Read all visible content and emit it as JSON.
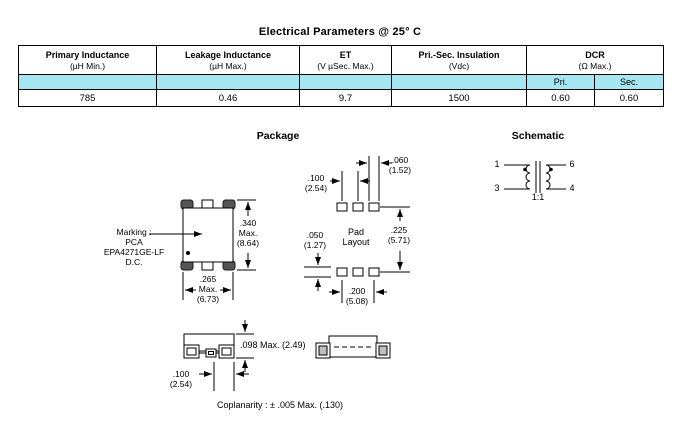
{
  "title": "Electrical Parameters @ 25° C",
  "table": {
    "highlight_color": "#a6e6f2",
    "columns": [
      {
        "name": "Primary Inductance",
        "unit": "(µH Min.)"
      },
      {
        "name": "Leakage Inductance",
        "unit": "(µH Max.)"
      },
      {
        "name": "ET",
        "unit": "(V µSec. Max.)"
      },
      {
        "name": "Pri.-Sec. Insulation",
        "unit": "(Vdc)"
      },
      {
        "name": "DCR",
        "unit": "(Ω Max.)"
      }
    ],
    "dcr_sub": [
      "Pri.",
      "Sec."
    ],
    "values": [
      "785",
      "0.46",
      "9.7",
      "1500",
      "0.60",
      "0.60"
    ]
  },
  "package": {
    "title": "Package",
    "marking_label": "Marking :",
    "marking_lines": [
      "PCA",
      "EPA4271GE-LF",
      "D.C."
    ],
    "pad_layout": [
      "Pad",
      "Layout"
    ],
    "dims": {
      "body_height_in": ".340",
      "body_height_max": "Max.",
      "body_height_mm": "(8.64)",
      "body_width_in": ".265",
      "body_width_max": "Max.",
      "body_width_mm": "(6.73)",
      "pad_width_in": ".060",
      "pad_width_mm": "(1.52)",
      "pad_pitch_in": ".100",
      "pad_pitch_mm": "(2.54)",
      "row_gap_in": ".225",
      "row_gap_mm": "(5.71)",
      "pad_height_in": ".050",
      "pad_height_mm": "(1.27)",
      "pad_span_in": ".200",
      "pad_span_mm": "(5.08)",
      "profile_height": ".098 Max. (2.49)",
      "lead_pitch_in": ".100",
      "lead_pitch_mm": "(2.54)"
    },
    "coplanarity": "Coplanarity : ± .005 Max. (.130)"
  },
  "schematic": {
    "title": "Schematic",
    "pin_top_left": "1",
    "pin_bottom_left": "3",
    "pin_top_right": "6",
    "pin_bottom_right": "4",
    "turns_ratio": "1:1"
  }
}
